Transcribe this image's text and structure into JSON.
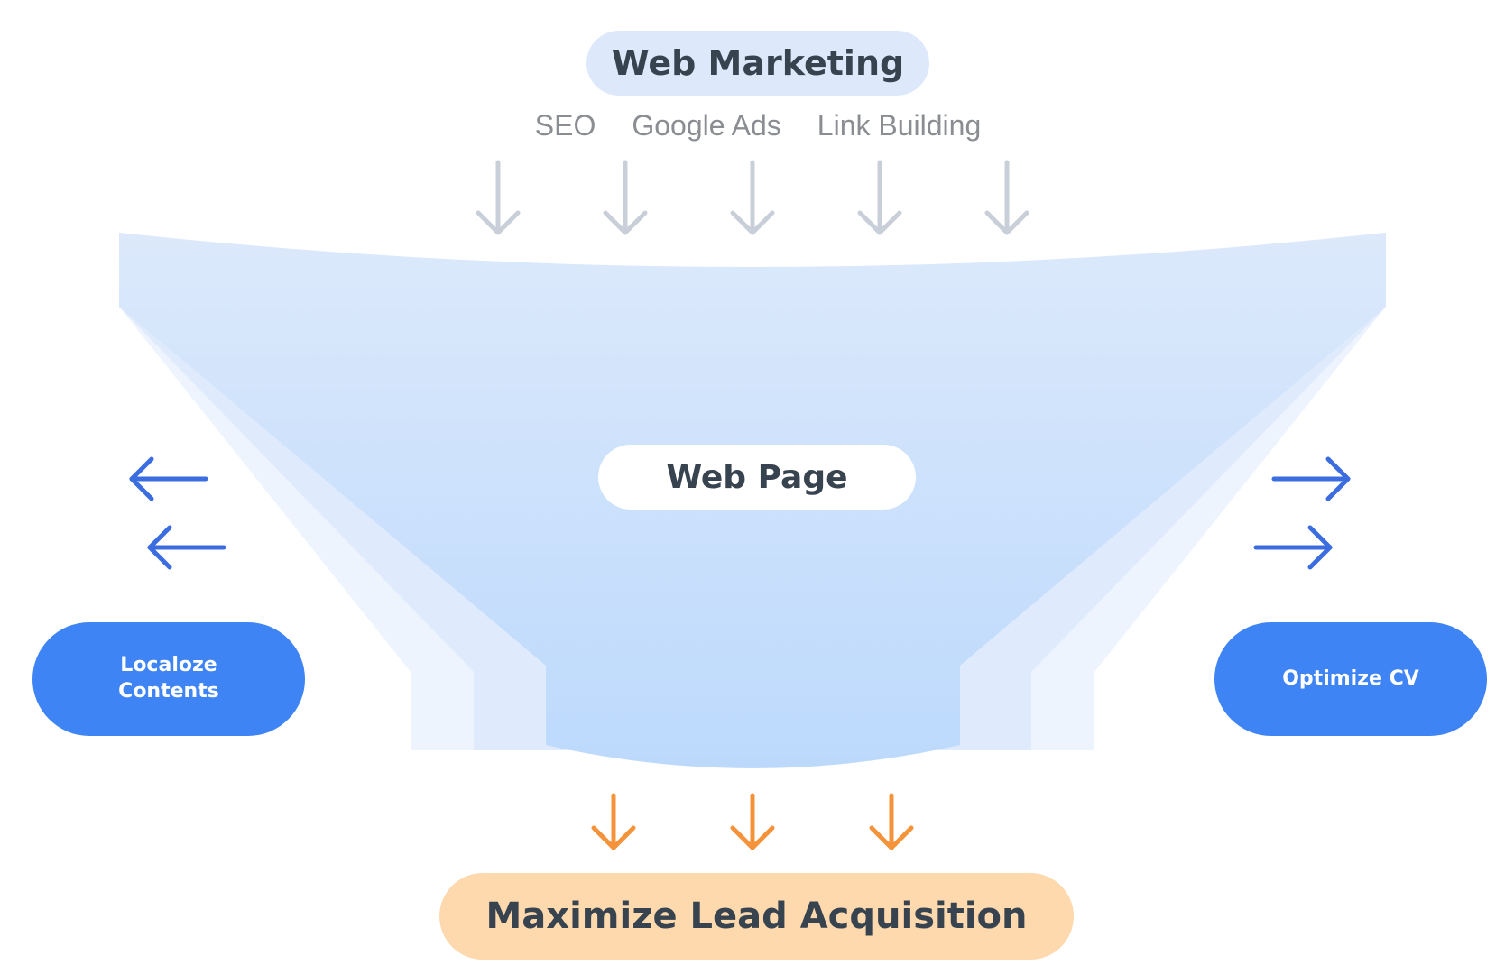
{
  "top": {
    "title": "Web Marketing",
    "channels": [
      "SEO",
      "Google Ads",
      "Link Building"
    ]
  },
  "center": {
    "label": "Web Page"
  },
  "left": {
    "label": "Localoze Contents"
  },
  "right": {
    "label": "Optimize CV"
  },
  "bottom": {
    "label": "Maximize Lead Acquisition"
  },
  "icons": {
    "input_arrows": "arrow-down-icon",
    "left_arrows": "arrow-left-icon",
    "right_arrows": "arrow-right-icon",
    "output_arrows": "arrow-down-icon"
  },
  "colors": {
    "funnel_top": "#dce9fb",
    "funnel_bottom": "#bcd9fc",
    "funnel_side_light": "#eef4fe",
    "funnel_side_mid": "#dfebfd",
    "input_arrow": "#c9cfd8",
    "side_arrow": "#3b6de0",
    "output_arrow": "#f4933a",
    "side_pill": "#3e84f5",
    "top_pill": "#dde9fb",
    "bottom_pill": "#fdd9ad",
    "dark_text": "#384350",
    "muted_text": "#8a8d92"
  }
}
